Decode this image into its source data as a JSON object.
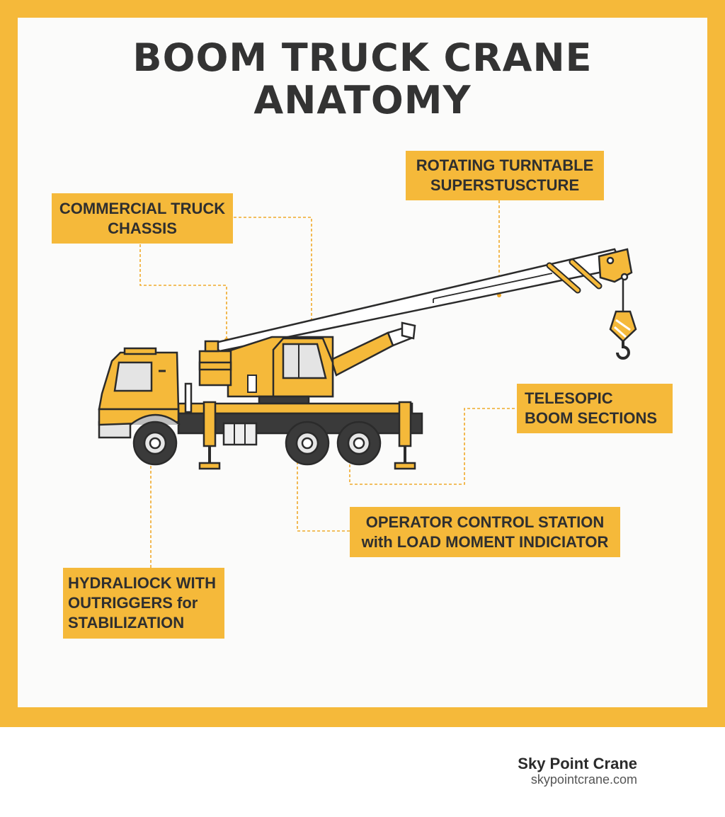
{
  "title": {
    "line1": "BOOM TRUCK CRANE",
    "line2": "ANATOMY"
  },
  "labels": {
    "chassis": {
      "line1": "COMMERCIAL TRUCK",
      "line2": "CHASSIS"
    },
    "turntable": {
      "line1": "ROTATING TURNTABLE",
      "line2": "SUPERSTUSCTURE"
    },
    "boom": {
      "line1": "TELESOPIC",
      "line2": "BOOM SECTIONS"
    },
    "operator": {
      "line1": "OPERATOR CONTROL STATION",
      "line2": "with LOAD MOMENT INDICIATOR"
    },
    "outriggers": {
      "line1": "HYDRALIOCK WITH",
      "line2": "OUTRIGGERS for",
      "line3": "STABILIZATION"
    }
  },
  "footer": {
    "brand": "Sky Point Crane",
    "url": "skypointcrane.com"
  },
  "colors": {
    "accent": "#f5b93a",
    "outline": "#2b2b2b",
    "panel": "#fbfbfa",
    "leader": "#f0a92a"
  }
}
